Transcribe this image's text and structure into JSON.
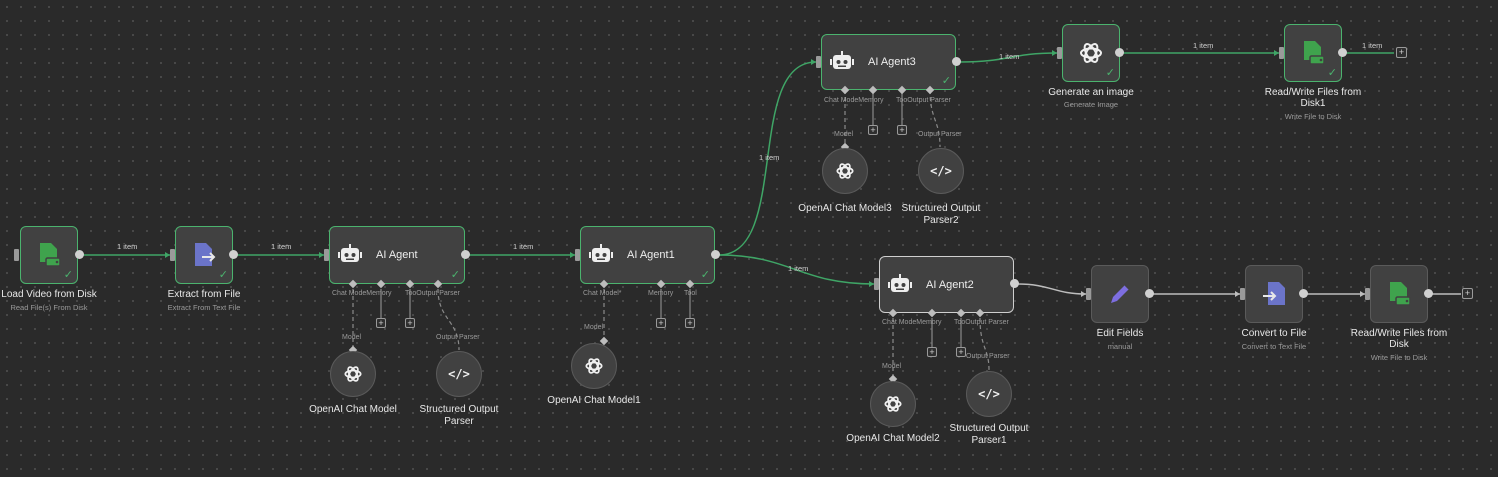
{
  "nodes": {
    "load_video": {
      "title": "Load Video from Disk",
      "subtitle": "Read File(s) From Disk"
    },
    "extract": {
      "title": "Extract from File",
      "subtitle": "Extract From Text File"
    },
    "agent": {
      "title": "AI Agent"
    },
    "agent1": {
      "title": "AI Agent1"
    },
    "agent2": {
      "title": "AI Agent2"
    },
    "agent3": {
      "title": "AI Agent3"
    },
    "gen_image": {
      "title": "Generate an image",
      "subtitle": "Generate Image"
    },
    "rw1": {
      "title_line1": "Read/Write Files from",
      "title_line2": "Disk1",
      "subtitle": "Write File to Disk"
    },
    "edit_fields": {
      "title": "Edit Fields",
      "subtitle": "manual"
    },
    "convert": {
      "title": "Convert to File",
      "subtitle": "Convert to Text File"
    },
    "rw": {
      "title_line1": "Read/Write Files from",
      "title_line2": "Disk",
      "subtitle": "Write File to Disk"
    },
    "chat_model": {
      "title": "OpenAI Chat Model"
    },
    "chat_model1": {
      "title": "OpenAI Chat Model1"
    },
    "chat_model2": {
      "title": "OpenAI Chat Model2"
    },
    "chat_model3": {
      "title": "OpenAI Chat Model3"
    },
    "parser": {
      "title_line1": "Structured Output",
      "title_line2": "Parser"
    },
    "parser1": {
      "title_line1": "Structured Output",
      "title_line2": "Parser1"
    },
    "parser2": {
      "title_line1": "Structured Output",
      "title_line2": "Parser2"
    }
  },
  "sub_labels": {
    "chat_mode_memory": "Chat ModeMemory",
    "too_output_parser": "TooOutput Parser",
    "chat_model_req": "Chat Model*",
    "memory": "Memory",
    "tool": "Tool",
    "model": "Model",
    "output_parser": "Output Parser"
  },
  "edge_labels": {
    "one_item": "1 item"
  },
  "colors": {
    "canvas": "#2a2a2a",
    "node": "#414141",
    "success": "#4bb36e",
    "file_green": "#3fa34d",
    "extract_blue": "#6b74c9",
    "edit_purple": "#7d6ee0"
  }
}
